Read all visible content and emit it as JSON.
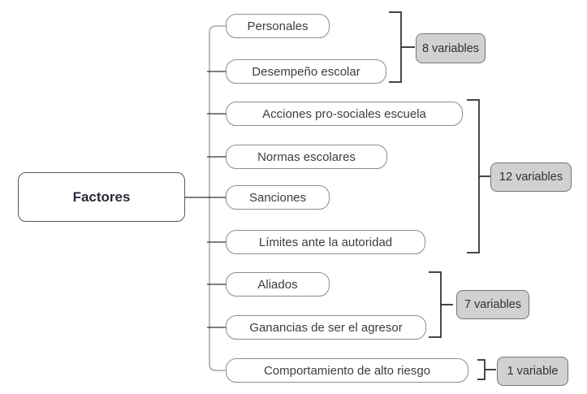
{
  "title": "Factores diagram",
  "root": {
    "label": "Factores"
  },
  "branches": [
    {
      "label": "Personales"
    },
    {
      "label": "Desempeño escolar"
    },
    {
      "label": "Acciones pro-sociales escuela"
    },
    {
      "label": "Normas escolares"
    },
    {
      "label": "Sanciones"
    },
    {
      "label": "Límites ante la autoridad"
    },
    {
      "label": "Aliados"
    },
    {
      "label": "Ganancias de ser el agresor"
    },
    {
      "label": "Comportamiento de alto riesgo"
    }
  ],
  "groups": [
    {
      "label": "8 variables",
      "covers": [
        "Personales",
        "Desempeño escolar"
      ]
    },
    {
      "label": "12 variables",
      "covers": [
        "Acciones pro-sociales escuela",
        "Normas escolares",
        "Sanciones",
        "Límites ante la autoridad"
      ]
    },
    {
      "label": "7 variables",
      "covers": [
        "Aliados",
        "Ganancias de ser el agresor"
      ]
    },
    {
      "label": "1 variable",
      "covers": [
        "Comportamiento de alto riesgo"
      ]
    }
  ],
  "colors": {
    "background": "#ffffff",
    "box_border": "#8c8c8c",
    "root_border": "#595959",
    "badge_fill": "#d1d1d1",
    "badge_border": "#757575",
    "trunk_line": "#a8a8a8",
    "stub_line": "#333333",
    "bracket_line": "#2b2b2b",
    "text": "#3d3d3d",
    "root_text": "#272b3a"
  }
}
